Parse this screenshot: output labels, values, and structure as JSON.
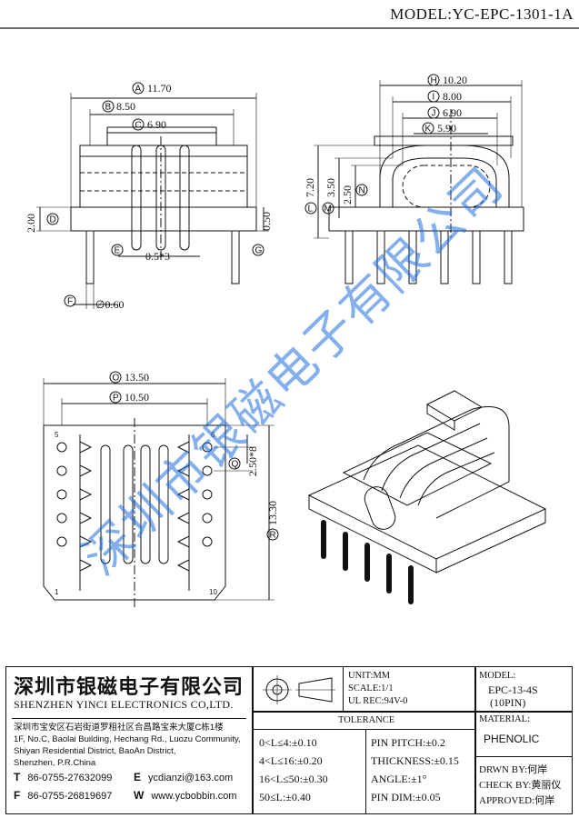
{
  "model_line": "MODEL:YC-EPC-1301-1A",
  "watermark": "深圳市银磁电子有限公司",
  "front_view": {
    "dims": {
      "A": "11.70",
      "B": "8.50",
      "C": "6.90",
      "D": "2.00",
      "E": "0.5*3",
      "F": "∅0.60",
      "G": "0.50"
    }
  },
  "side_view": {
    "dims": {
      "H": "10.20",
      "I": "8.00",
      "J": "6.90",
      "K": "5.90",
      "L": "7.20",
      "M": "3.50",
      "N": "2.50"
    }
  },
  "bottom_view": {
    "dims": {
      "O": "13.50",
      "P": "10.50",
      "Q": "2.50*8",
      "R": "13.30"
    },
    "pin_numbers": {
      "tl": "5",
      "tr": "6",
      "bl": "1",
      "br": "10"
    }
  },
  "title_block": {
    "company_cn": "深圳市银磁电子有限公司",
    "company_en": "SHENZHEN YINCI ELECTRONICS CO,LTD.",
    "address_cn": "深圳市宝安区石岩街道罗租社区合昌路宝来大厦C栋1楼",
    "address_en": [
      "1F, No.C, Baolai Building, Hechang Rd., Luozu Community,",
      "Shiyan Residential District, BaoAn District,",
      "Shenzhen, P.R.China"
    ],
    "phone_label": "T",
    "phone": "86-0755-27632099",
    "fax_label": "F",
    "fax": "86-0755-26819697",
    "email_label": "E",
    "email": "ycdianzi@163.com",
    "web_label": "W",
    "web": "www.ycbobbin.com",
    "unit": "UNIT:MM",
    "scale": "SCALE:1/1",
    "ul_rec": "UL REC:94V-0",
    "model_label": "MODEL:",
    "model_value": "EPC-13-4S",
    "model_pins": "(10PIN)",
    "tolerance_title": "TOLERANCE",
    "tolerance_left": [
      "0<L≤4:±0.10",
      "4<L≤16:±0.20",
      "16<L≤50:±0.30",
      "50≤L:±0.40"
    ],
    "tolerance_right": [
      "PIN PITCH:±0.2",
      "THICKNESS:±0.15",
      "ANGLE:±1°",
      "PIN DIM:±0.05"
    ],
    "material_label": "MATERIAL:",
    "material_value": "PHENOLIC",
    "drawn_by": "DRWN BY:何岸",
    "check_by": "CHECK BY:黄丽仪",
    "approved": "APPROVED:何岸"
  }
}
